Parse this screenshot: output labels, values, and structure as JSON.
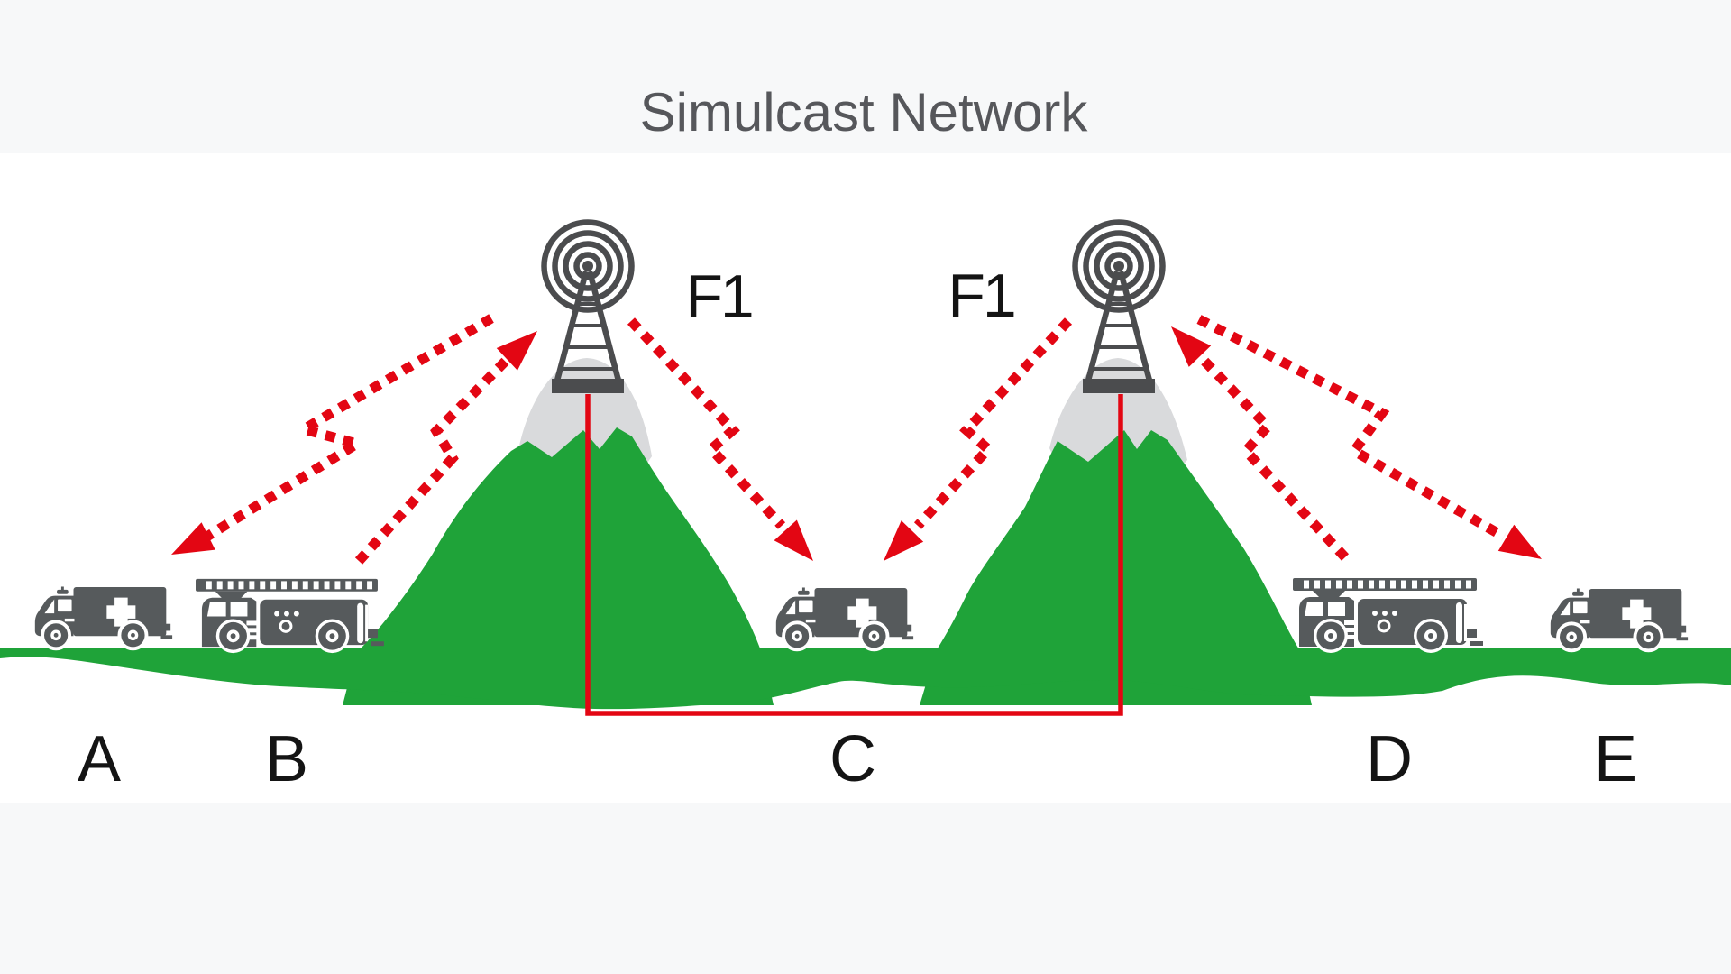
{
  "diagram": {
    "title": "Simulcast Network",
    "towers": [
      {
        "name": "left-radio-tower",
        "frequency": "F1"
      },
      {
        "name": "right-radio-tower",
        "frequency": "F1"
      }
    ],
    "vehicles": [
      {
        "label": "A",
        "type": "ambulance"
      },
      {
        "label": "B",
        "type": "fire-truck"
      },
      {
        "label": "C",
        "type": "ambulance"
      },
      {
        "label": "D",
        "type": "fire-truck"
      },
      {
        "label": "E",
        "type": "ambulance"
      }
    ],
    "colors": {
      "signal_red": "#e30613",
      "terrain_green": "#1fa339",
      "snow_gray": "#d9dadc",
      "vehicle_gray": "#565a5c",
      "title_gray": "#56575b",
      "label_black": "#141414",
      "background_band": "#f7f8f9"
    }
  }
}
